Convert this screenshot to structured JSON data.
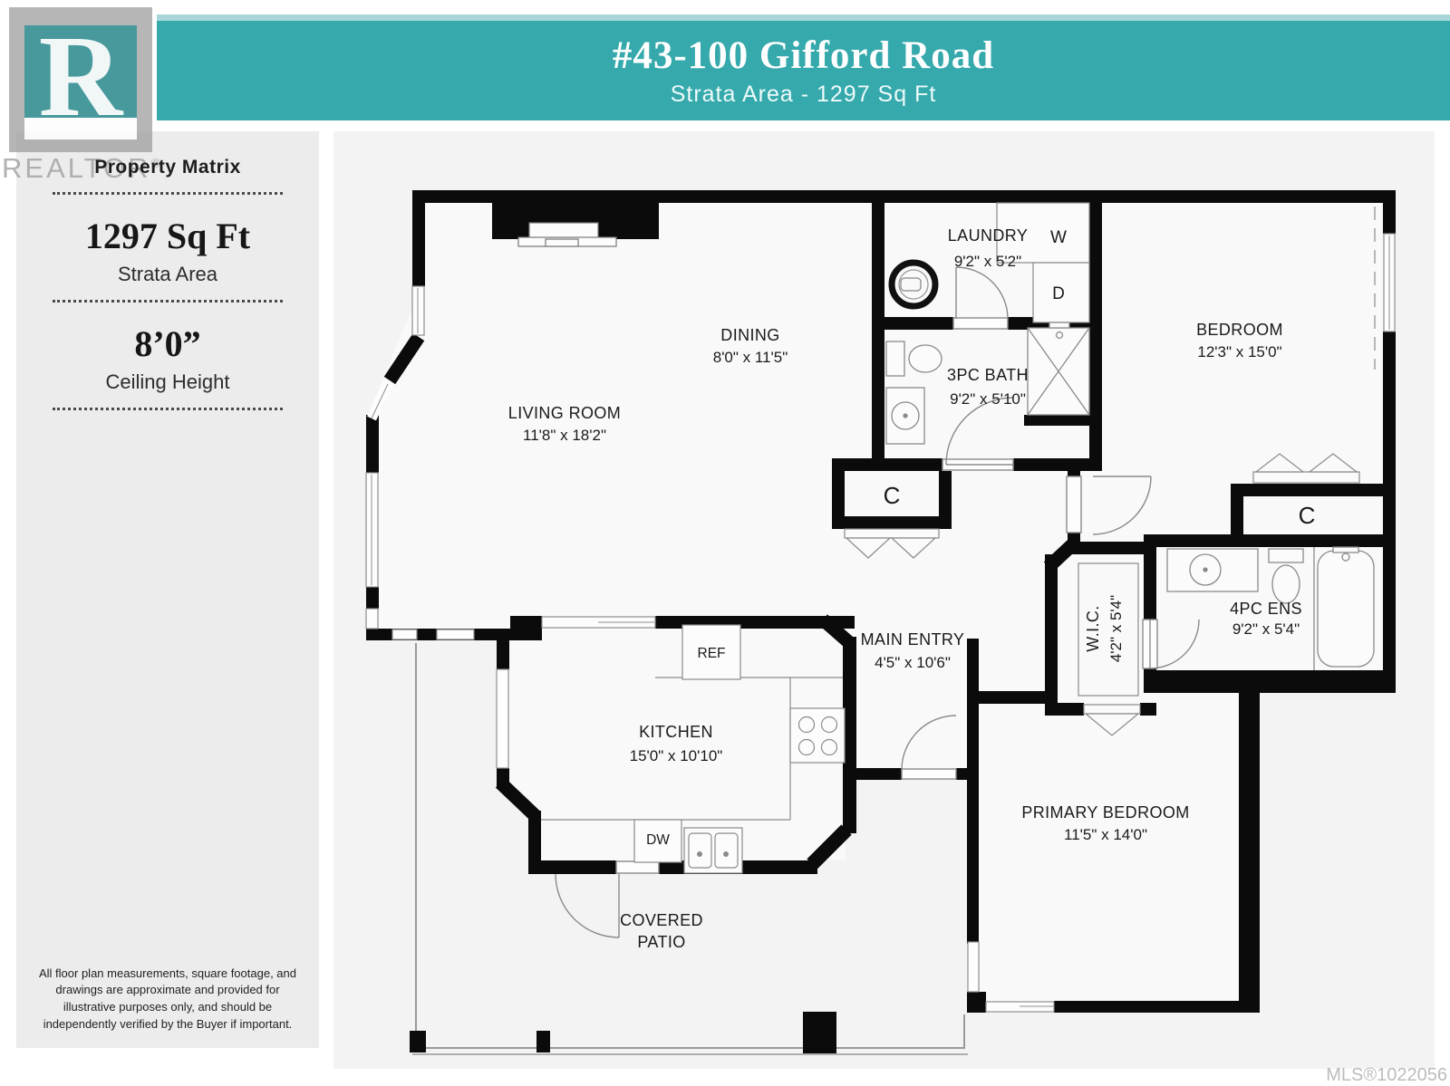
{
  "header": {
    "address": "#43-100 Gifford Road",
    "subtitle": "Strata Area - 1297 Sq Ft"
  },
  "branding": {
    "logo_letter": "R",
    "watermark": "REALTOR",
    "watermark_reg": "®"
  },
  "sidebar": {
    "brand": "Property Matrix",
    "stats": [
      {
        "value": "1297 Sq Ft",
        "label": "Strata Area"
      },
      {
        "value": "8’0”",
        "label": "Ceiling Height"
      }
    ],
    "disclaimer": "All floor plan measurements, square footage, and drawings are approximate and provided for illustrative purposes only, and should be independently verified by the Buyer if important."
  },
  "footer": {
    "mls": "MLS®1022056"
  },
  "floorplan": {
    "rooms": {
      "living": {
        "name": "LIVING ROOM",
        "dims": "11'8\" x 18'2\""
      },
      "dining": {
        "name": "DINING",
        "dims": "8'0\" x 11'5\""
      },
      "laundry": {
        "name": "LAUNDRY",
        "dims": "9'2\" x 5'2\""
      },
      "bath3": {
        "name": "3PC BATH",
        "dims": "9'2\" x 5'10\""
      },
      "bedroom": {
        "name": "BEDROOM",
        "dims": "12'3\" x 15'0\""
      },
      "wic": {
        "name": "W.I.C.",
        "dims": "4'2\" x 5'4\""
      },
      "ens": {
        "name": "4PC ENS",
        "dims": "9'2\" x 5'4\""
      },
      "entry": {
        "name": "MAIN ENTRY",
        "dims": "4'5\" x 10'6\""
      },
      "kitchen": {
        "name": "KITCHEN",
        "dims": "15'0\" x 10'10\""
      },
      "primary": {
        "name": "PRIMARY BEDROOM",
        "dims": "11'5\" x 14'0\""
      },
      "patio": {
        "line1": "COVERED",
        "line2": "PATIO"
      }
    },
    "fixtures": {
      "ref": "REF",
      "dw": "DW",
      "washer": "W",
      "dryer": "D",
      "closet": "C"
    },
    "colors": {
      "wall": "#0b0b0b",
      "panel": "#f3f3f3",
      "accent": "#35a9ac"
    }
  }
}
